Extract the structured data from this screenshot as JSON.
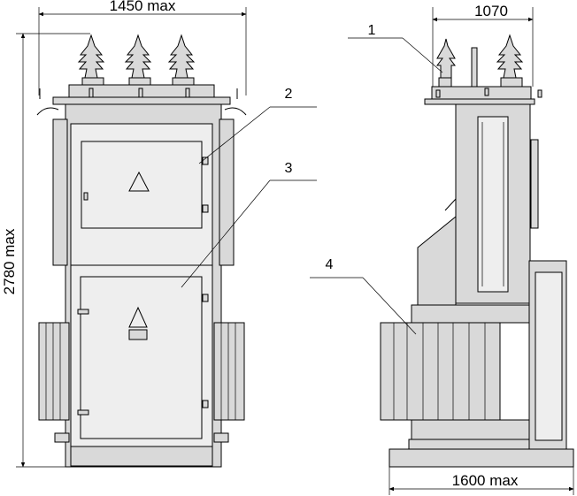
{
  "dimensions": {
    "front_width": "1450 max",
    "side_width": "1070",
    "height": "2780 max",
    "base_length": "1600 max"
  },
  "callouts": [
    "1",
    "2",
    "3",
    "4"
  ]
}
